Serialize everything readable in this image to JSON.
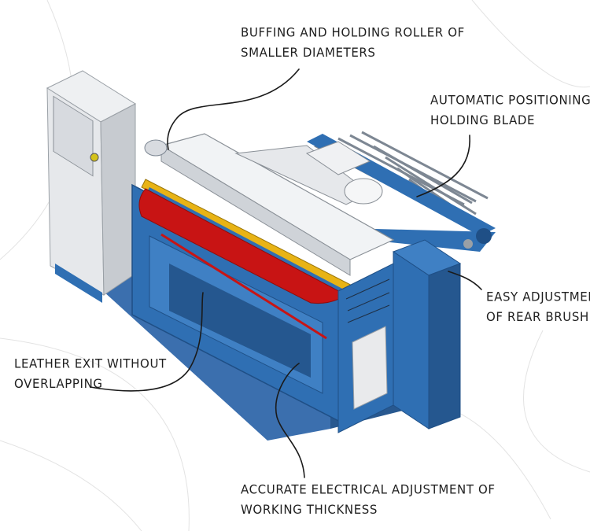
{
  "callouts": {
    "buffing_roller": {
      "line1": "BUFFING AND HOLDING ROLLER OF",
      "line2": "SMALLER DIAMETERS"
    },
    "holding_blade": {
      "line1": "AUTOMATIC POSITIONING OF",
      "line2": "HOLDING BLADE"
    },
    "rear_brush": {
      "line1": "EASY ADJUSTMENT",
      "line2": "OF REAR BRUSH"
    },
    "leather_exit": {
      "line1": "LEATHER EXIT WITHOUT",
      "line2": "OVERLAPPING"
    },
    "thickness": {
      "line1": "ACCURATE ELECTRICAL ADJUSTMENT OF",
      "line2": "WORKING THICKNESS"
    }
  },
  "colors": {
    "machine_blue": "#2f6fb3",
    "machine_blue_dark": "#1f4f86",
    "conveyor_red": "#c81414",
    "panel_grey": "#dcdfe3",
    "roller_yellow": "#e8b315",
    "line": "#1a1a1a"
  }
}
